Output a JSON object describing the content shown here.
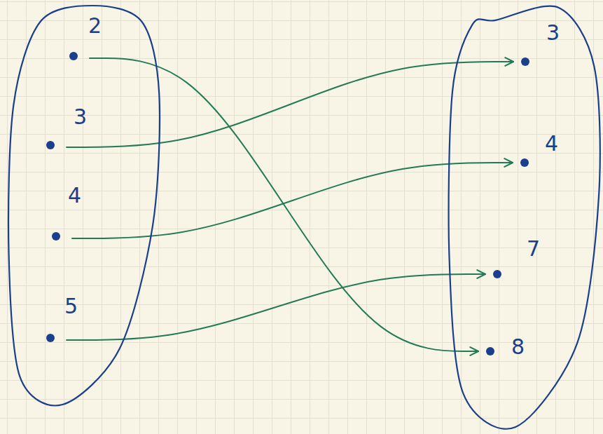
{
  "diagram": {
    "nodes": [
      {
        "text": []
      },
      {
        "text": [
          "2"
        ],
        "in": 0
      },
      {
        "text": [
          "3"
        ],
        "in": 0
      },
      {
        "text": [
          "4"
        ],
        "in": 0
      },
      {
        "text": [
          "5"
        ],
        "in": 0
      },
      {
        "text": []
      },
      {
        "text": [
          "3"
        ],
        "in": 5
      },
      {
        "text": [
          "4"
        ],
        "in": 5
      },
      {
        "text": [
          "7"
        ],
        "in": 5
      },
      {
        "text": [
          "8"
        ],
        "in": 5
      }
    ],
    "edges": [
      {
        "from": 1,
        "to": 9,
        "arrow": "to"
      },
      {
        "from": 2,
        "to": 6,
        "arrow": "to"
      },
      {
        "from": 3,
        "to": 7,
        "arrow": "to"
      },
      {
        "from": 4,
        "to": 8,
        "arrow": "to"
      }
    ]
  }
}
